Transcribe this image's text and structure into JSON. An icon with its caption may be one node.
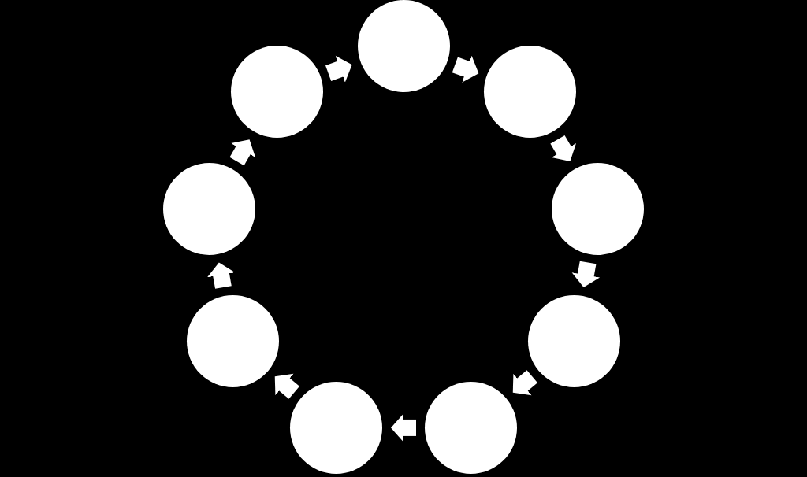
{
  "diagram": {
    "nodes": [
      {
        "text": [],
        "shape": "circle"
      },
      {
        "text": [],
        "shape": "circle"
      },
      {
        "text": [],
        "shape": "circle"
      },
      {
        "text": [],
        "shape": "circle"
      },
      {
        "text": [],
        "shape": "circle"
      },
      {
        "text": [],
        "shape": "circle"
      },
      {
        "text": [],
        "shape": "circle"
      },
      {
        "text": [],
        "shape": "circle"
      },
      {
        "text": [],
        "shape": "circle"
      }
    ],
    "edges": [
      {
        "from": 0,
        "to": 2,
        "arrow": "to"
      },
      {
        "from": 2,
        "to": 4,
        "arrow": "to"
      },
      {
        "from": 4,
        "to": 6,
        "arrow": "to"
      },
      {
        "from": 6,
        "to": 8,
        "arrow": "to"
      },
      {
        "from": 8,
        "to": 7,
        "arrow": "to"
      },
      {
        "from": 7,
        "to": 5,
        "arrow": "to"
      },
      {
        "from": 5,
        "to": 3,
        "arrow": "to"
      },
      {
        "from": 3,
        "to": 1,
        "arrow": "to"
      },
      {
        "from": 1,
        "to": 0,
        "arrow": "to"
      }
    ]
  }
}
